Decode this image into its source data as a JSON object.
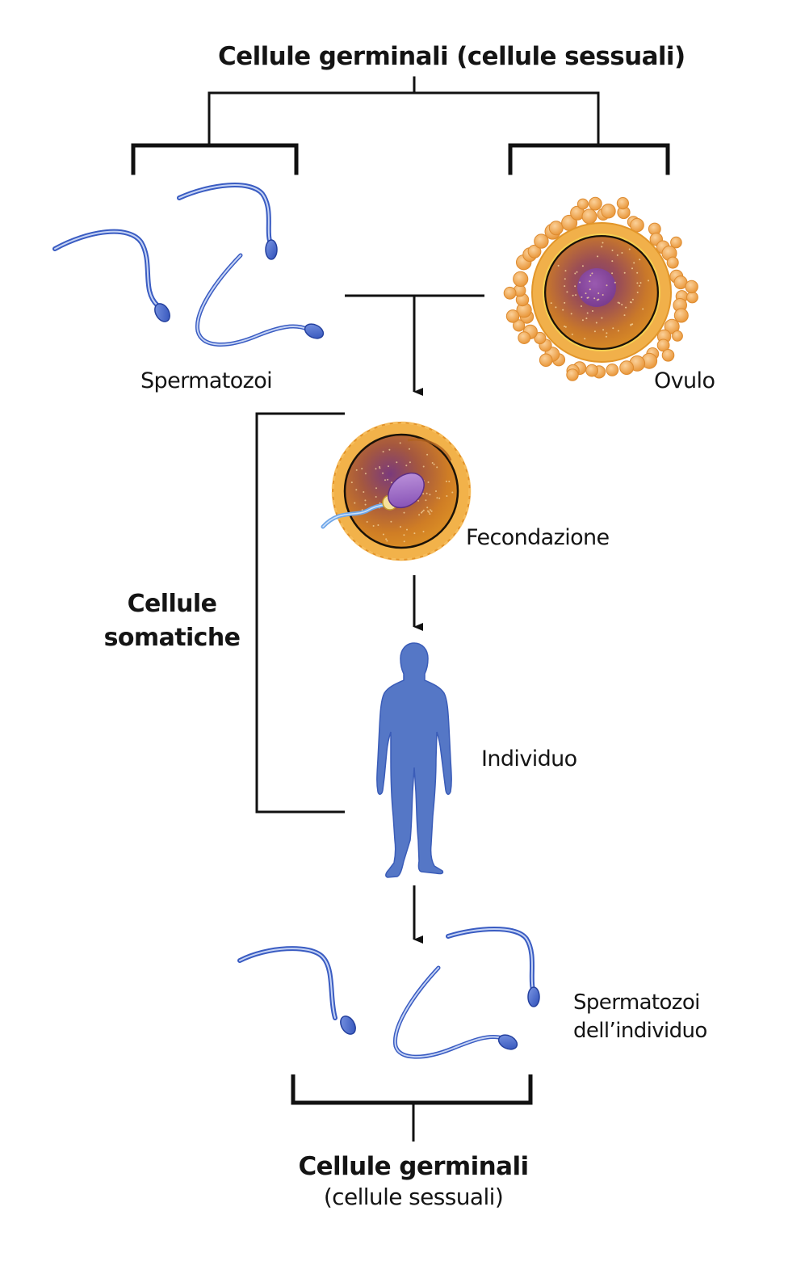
{
  "diagram": {
    "title": "Cellule germinali (cellule sessuali)",
    "nodes": {
      "sperm_parent": {
        "label": "Spermatozoi",
        "icon": "sperm-cells"
      },
      "egg": {
        "label": "Ovulo",
        "icon": "egg-cell"
      },
      "fertilization": {
        "label": "Fecondazione",
        "icon": "fertilized-egg"
      },
      "individual": {
        "label": "Individuo",
        "icon": "human-silhouette"
      },
      "sperm_offspring": {
        "label_line1": "Spermatozoi",
        "label_line2": "dell’individuo",
        "icon": "sperm-cells"
      }
    },
    "somatic_group": {
      "label_line1": "Cellule",
      "label_line2": "somatiche"
    },
    "germ_bottom": {
      "label_line1": "Cellule germinali",
      "label_line2": "(cellule sessuali)"
    },
    "edges": [
      {
        "from": "Spermatozoi + Ovulo",
        "to": "Fecondazione",
        "type": "arrow"
      },
      {
        "from": "Fecondazione",
        "to": "Individuo",
        "type": "arrow"
      },
      {
        "from": "Individuo",
        "to": "Spermatozoi dell’individuo",
        "type": "arrow"
      }
    ],
    "colors": {
      "sperm_blue": "#3f63c9",
      "sperm_light": "#a9bdf0",
      "body_blue": "#5577c6",
      "egg_orange": "#e39a2c",
      "corona_orange": "#f2b25c",
      "nucleus_purple": "#8b4a9e",
      "line_black": "#111111"
    }
  }
}
